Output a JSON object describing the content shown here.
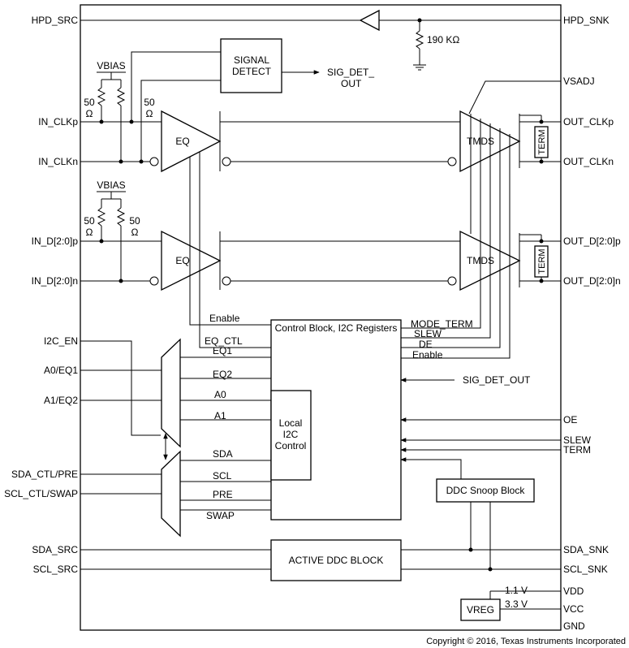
{
  "pins_left": {
    "hpd_src": "HPD_SRC",
    "in_clkp": "IN_CLKp",
    "in_clkn": "IN_CLKn",
    "in_dp": "IN_D[2:0]p",
    "in_dn": "IN_D[2:0]n",
    "i2c_en": "I2C_EN",
    "a0_eq1": "A0/EQ1",
    "a1_eq2": "A1/EQ2",
    "sda_ctl": "SDA_CTL/PRE",
    "scl_ctl": "SCL_CTL/SWAP",
    "sda_src": "SDA_SRC",
    "scl_src": "SCL_SRC"
  },
  "pins_right": {
    "hpd_snk": "HPD_SNK",
    "vsadj": "VSADJ",
    "out_clkp": "OUT_CLKp",
    "out_clkn": "OUT_CLKn",
    "out_dp": "OUT_D[2:0]p",
    "out_dn": "OUT_D[2:0]n",
    "oe": "OE",
    "slew": "SLEW",
    "term": "TERM",
    "sda_snk": "SDA_SNK",
    "scl_snk": "SCL_SNK",
    "vdd": "VDD",
    "vcc": "VCC",
    "gnd": "GND"
  },
  "blocks": {
    "signal_detect_1": "SIGNAL",
    "signal_detect_2": "DETECT",
    "eq": "EQ",
    "tmds": "TMDS",
    "term": "TERM",
    "control_block": "Control Block, I2C Registers",
    "local_i2c_1": "Local",
    "local_i2c_2": "I2C",
    "local_i2c_3": "Control",
    "ddc_snoop": "DDC Snoop Block",
    "active_ddc": "ACTIVE DDC BLOCK",
    "vreg": "VREG"
  },
  "labels": {
    "vbias": "VBIAS",
    "r50": "50",
    "ohm": "Ω",
    "r190k": "190 KΩ",
    "sig_det_out_1": "SIG_DET_",
    "sig_det_out_2": "OUT",
    "sig_det_out": "SIG_DET_OUT",
    "enable": "Enable",
    "eq_ctl": "EQ_CTL",
    "eq1": "EQ1",
    "eq2": "EQ2",
    "a0": "A0",
    "a1": "A1",
    "sda": "SDA",
    "scl": "SCL",
    "pre": "PRE",
    "swap": "SWAP",
    "mode_term": "MODE_TERM",
    "slew": "SLEW",
    "de": "DE",
    "v11": "1.1 V",
    "v33": "3.3 V"
  },
  "copyright": "Copyright © 2016, Texas Instruments Incorporated"
}
